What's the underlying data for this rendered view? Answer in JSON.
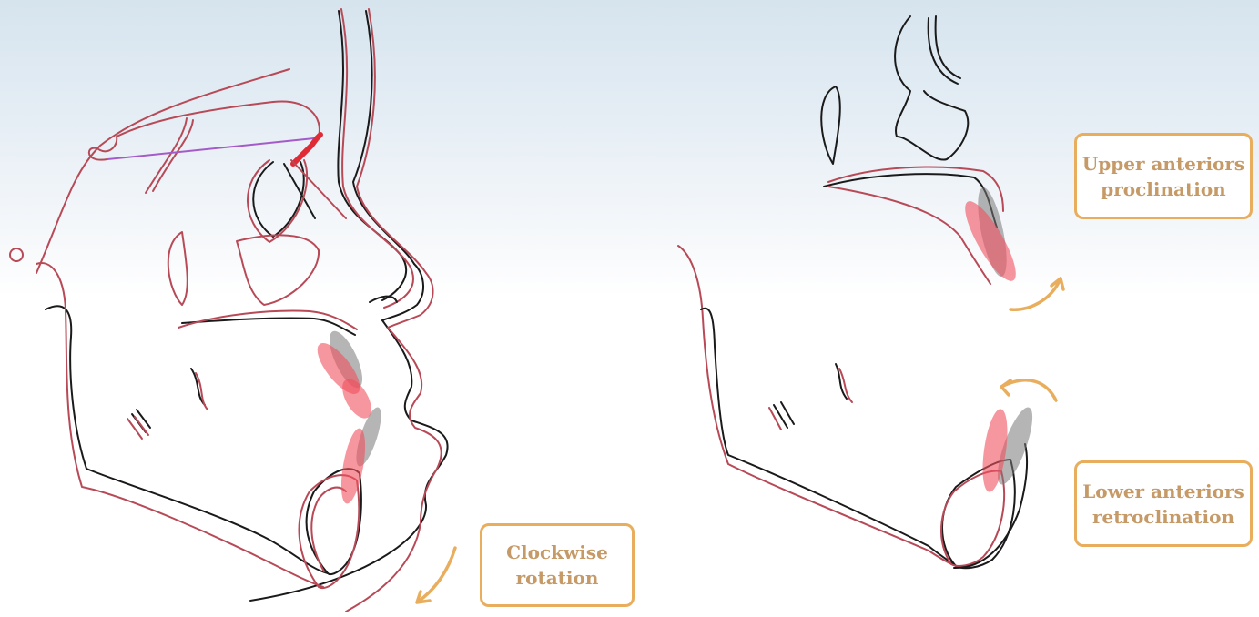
{
  "labels": {
    "clockwise": [
      "Clockwise",
      "rotation"
    ],
    "upper": [
      "Upper anteriors",
      "proclination"
    ],
    "lower": [
      "Lower anteriors",
      "retroclination"
    ]
  },
  "colors": {
    "before_tracing": "#1a1a1a",
    "after_tracing": "#b84a57",
    "reference_line": "#a45bc9",
    "landmark_marker": "#e02a36",
    "arrow_and_box_border": "#e9ae5d",
    "label_text": "#c69a67",
    "tooth_before_fill": "#787878",
    "tooth_after_fill": "#f0505f"
  },
  "icons": {
    "rotation_arrow": "curved-arrow-icon"
  }
}
